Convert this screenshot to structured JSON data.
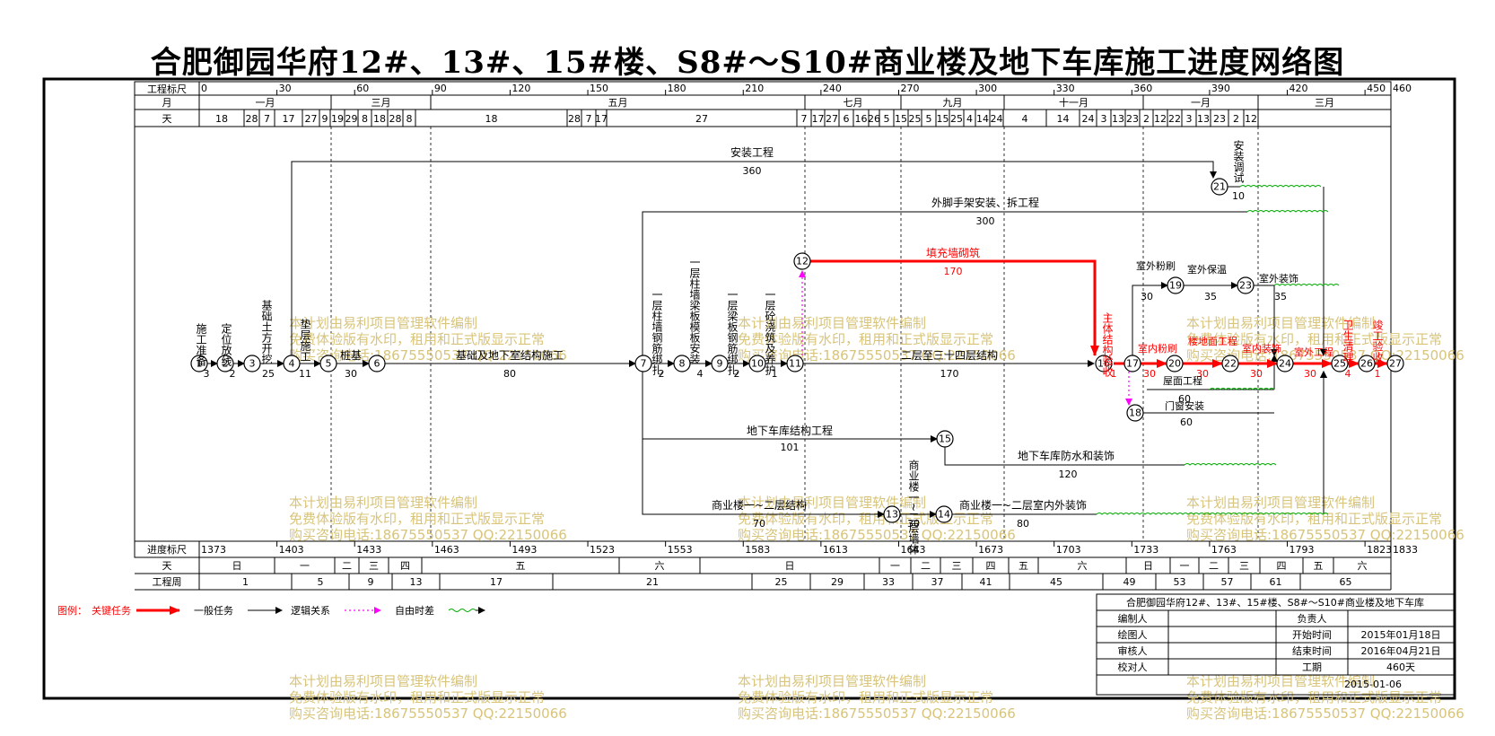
{
  "title": "合肥御园华府12#、13#、15#楼、S8#～S10#商业楼及地下车库施工进度网络图",
  "header": {
    "label_scale": "工程标尺",
    "label_month": "月",
    "label_day": "天",
    "scale_ticks": [
      "0",
      "30",
      "60",
      "90",
      "120",
      "150",
      "180",
      "210",
      "240",
      "270",
      "300",
      "330",
      "360",
      "390",
      "420",
      "450",
      "460"
    ],
    "months": [
      "一月",
      "三月",
      "五月",
      "七月",
      "九月",
      "十一月",
      "一月",
      "三月"
    ],
    "days": [
      "18",
      "28",
      "7",
      "17",
      "27",
      "9",
      "19",
      "29",
      "8",
      "18",
      "28",
      "8",
      "18",
      "28",
      "7",
      "17",
      "27",
      "7",
      "17",
      "27",
      "6",
      "16",
      "26",
      "5",
      "15",
      "25",
      "5",
      "15",
      "25",
      "4",
      "14",
      "24",
      "4",
      "14",
      "24",
      "3",
      "13",
      "23",
      "2",
      "12",
      "22",
      "3",
      "13",
      "23",
      "2",
      "12"
    ]
  },
  "footer": {
    "label_progress": "进度标尺",
    "label_day": "天",
    "label_week": "工程周",
    "progress_ticks": [
      "1373",
      "1403",
      "1433",
      "1463",
      "1493",
      "1523",
      "1553",
      "1583",
      "1613",
      "1643",
      "1673",
      "1703",
      "1733",
      "1763",
      "1793",
      "1823",
      "1833"
    ],
    "weekdays": [
      "日",
      "一",
      "二",
      "三",
      "四",
      "五",
      "六",
      "日",
      "一",
      "二",
      "三",
      "四",
      "五",
      "六",
      "日",
      "一",
      "二",
      "三",
      "四",
      "五",
      "六"
    ],
    "weeks": [
      "1",
      "5",
      "9",
      "13",
      "17",
      "21",
      "25",
      "29",
      "33",
      "37",
      "41",
      "45",
      "49",
      "53",
      "57",
      "61",
      "65"
    ]
  },
  "nodes": [
    "1",
    "2",
    "3",
    "4",
    "5",
    "6",
    "7",
    "8",
    "9",
    "10",
    "11",
    "12",
    "13",
    "14",
    "15",
    "16",
    "17",
    "18",
    "19",
    "20",
    "21",
    "22",
    "23",
    "24",
    "25",
    "26",
    "27"
  ],
  "tasks": {
    "t1": "施工准备",
    "d1": "3",
    "t2": "定位放线",
    "d2": "2",
    "t3": "基础土方开挖",
    "d3": "25",
    "t4": "垫层施工",
    "d4": "11",
    "t5": "桩基",
    "d5": "30",
    "t6": "基础及地下室结构施工",
    "d6": "80",
    "t7": "一层柱墙钢筋绑扎",
    "d7": "2",
    "t8": "一层柱墙梁板模板安装",
    "d8": "4",
    "t9": "一层梁板钢筋绑扎",
    "d9": "2",
    "t10": "一层砼浇筑及养护",
    "d10": "1",
    "t11": "二层至三十四层结构",
    "d11": "170",
    "t12": "填充墙砌筑",
    "d12": "170",
    "t13": "主体结构验收",
    "d13": "1",
    "t14": "室外粉刷",
    "d14": "30",
    "t15": "室外保温",
    "d15": "35",
    "t16": "室外装饰",
    "d16": "35",
    "t17": "室内粉刷",
    "d17": "30",
    "t18": "楼地面工程",
    "d18": "30",
    "t19": "室内装饰",
    "d19": "30",
    "t20": "室外工程",
    "d20": "30",
    "t21": "屋面工程",
    "d21": "60",
    "t22": "门窗安装",
    "d22": "60",
    "t23": "地下车库结构工程",
    "d23": "101",
    "t24": "地下车库防水和装饰",
    "d24": "120",
    "t25": "商业楼一~二层结构",
    "d25": "70",
    "t26": "商业楼一~二层墙体",
    "d26": "30",
    "t27": "商业楼一~二层室内外装饰",
    "d27": "80",
    "t28": "安装工程",
    "d28": "360",
    "t29": "安装调试",
    "d29": "10",
    "t30": "外脚手架安装、拆工程",
    "d30": "300",
    "t31": "卫生清理",
    "d31": "4",
    "t32": "竣工验收",
    "d32": "1"
  },
  "legend": {
    "label": "图例：",
    "critical": "关键任务",
    "normal": "一般任务",
    "logic": "逻辑关系",
    "float": "自由时差",
    "critical_color": "#ff0000",
    "logic_color": "#ff00ff",
    "float_color": "#00aa00"
  },
  "infobox": {
    "title": "合肥御园华府12#、13#、15#楼、S8#～S10#商业楼及地下车库",
    "editor": "编制人",
    "owner": "负责人",
    "drawer": "绘图人",
    "start_label": "开始时间",
    "start_value": "2015年01月18日",
    "reviewer": "审核人",
    "end_label": "结束时间",
    "end_value": "2016年04月21日",
    "checker": "校对人",
    "duration_label": "工期",
    "duration_value": "460天",
    "print_date": "2015-01-06"
  },
  "watermark": {
    "line1": "本计划由易利项目管理软件编制",
    "line2": "免费体验版有水印，租用和正式版显示正常",
    "line3": "购买咨询电话:18675550537 QQ:22150066"
  }
}
